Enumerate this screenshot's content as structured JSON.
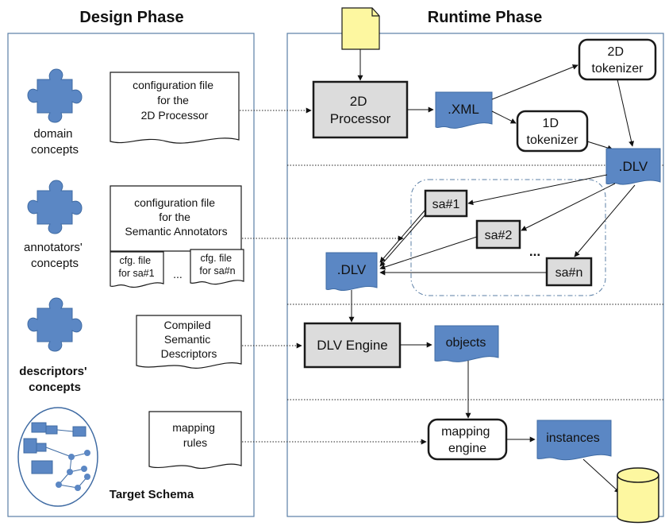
{
  "headers": {
    "design": "Design Phase",
    "runtime": "Runtime Phase"
  },
  "design": {
    "concepts": {
      "domain": [
        "domain",
        "concepts"
      ],
      "annotators": [
        "annotators'",
        "concepts"
      ],
      "descriptors": [
        "descriptors'",
        "concepts"
      ],
      "target": "Target Schema"
    },
    "docs": {
      "config_2d": [
        "configuration file",
        "for the",
        "2D Processor"
      ],
      "config_sa": [
        "configuration file",
        "for the",
        "Semantic Annotators"
      ],
      "cfg_sa1": [
        "cfg. file",
        "for sa#1"
      ],
      "ellipsis": "...",
      "cfg_san": [
        "cfg. file",
        "for sa#n"
      ],
      "compiled": [
        "Compiled",
        "Semantic",
        "Descriptors"
      ],
      "mapping_rules": [
        "mapping",
        "rules"
      ]
    }
  },
  "runtime": {
    "processor_2d": [
      "2D",
      "Processor"
    ],
    "xml": ".XML",
    "tokenizer_2d": [
      "2D",
      "tokenizer"
    ],
    "tokenizer_1d": [
      "1D",
      "tokenizer"
    ],
    "dlv_top": ".DLV",
    "sa1": "sa#1",
    "sa2": "sa#2",
    "san": "sa#n",
    "sa_ellipsis": "...",
    "dlv_mid": ".DLV",
    "dlv_engine": "DLV Engine",
    "objects": "objects",
    "mapping_engine": [
      "mapping",
      "engine"
    ],
    "instances": "instances"
  },
  "colors": {
    "accent_blue": "#5b87c4",
    "panel_border": "#5b7fa6",
    "process_fill": "#dcdcdc",
    "input_doc": "#fdf7a0",
    "database": "#fdf7a0"
  }
}
